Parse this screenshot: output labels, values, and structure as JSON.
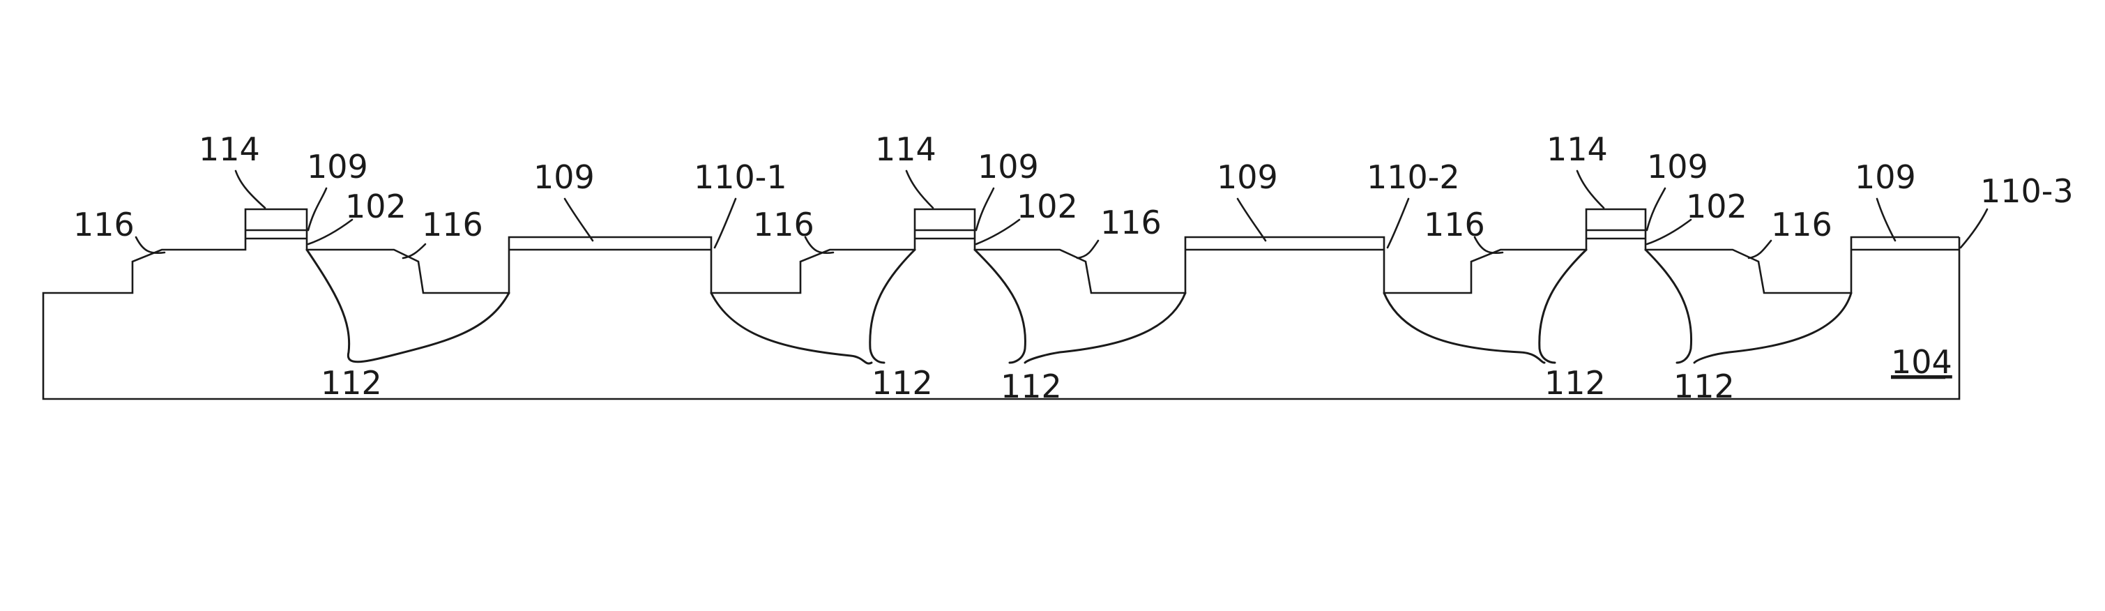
{
  "figure": {
    "labels": {
      "gate_cap": "114",
      "liner": "109",
      "gate_dielectric": "102",
      "raised_region": "116",
      "junction": "112",
      "fin_1": "110-1",
      "fin_2": "110-2",
      "fin_3": "110-3",
      "substrate": "104"
    }
  }
}
